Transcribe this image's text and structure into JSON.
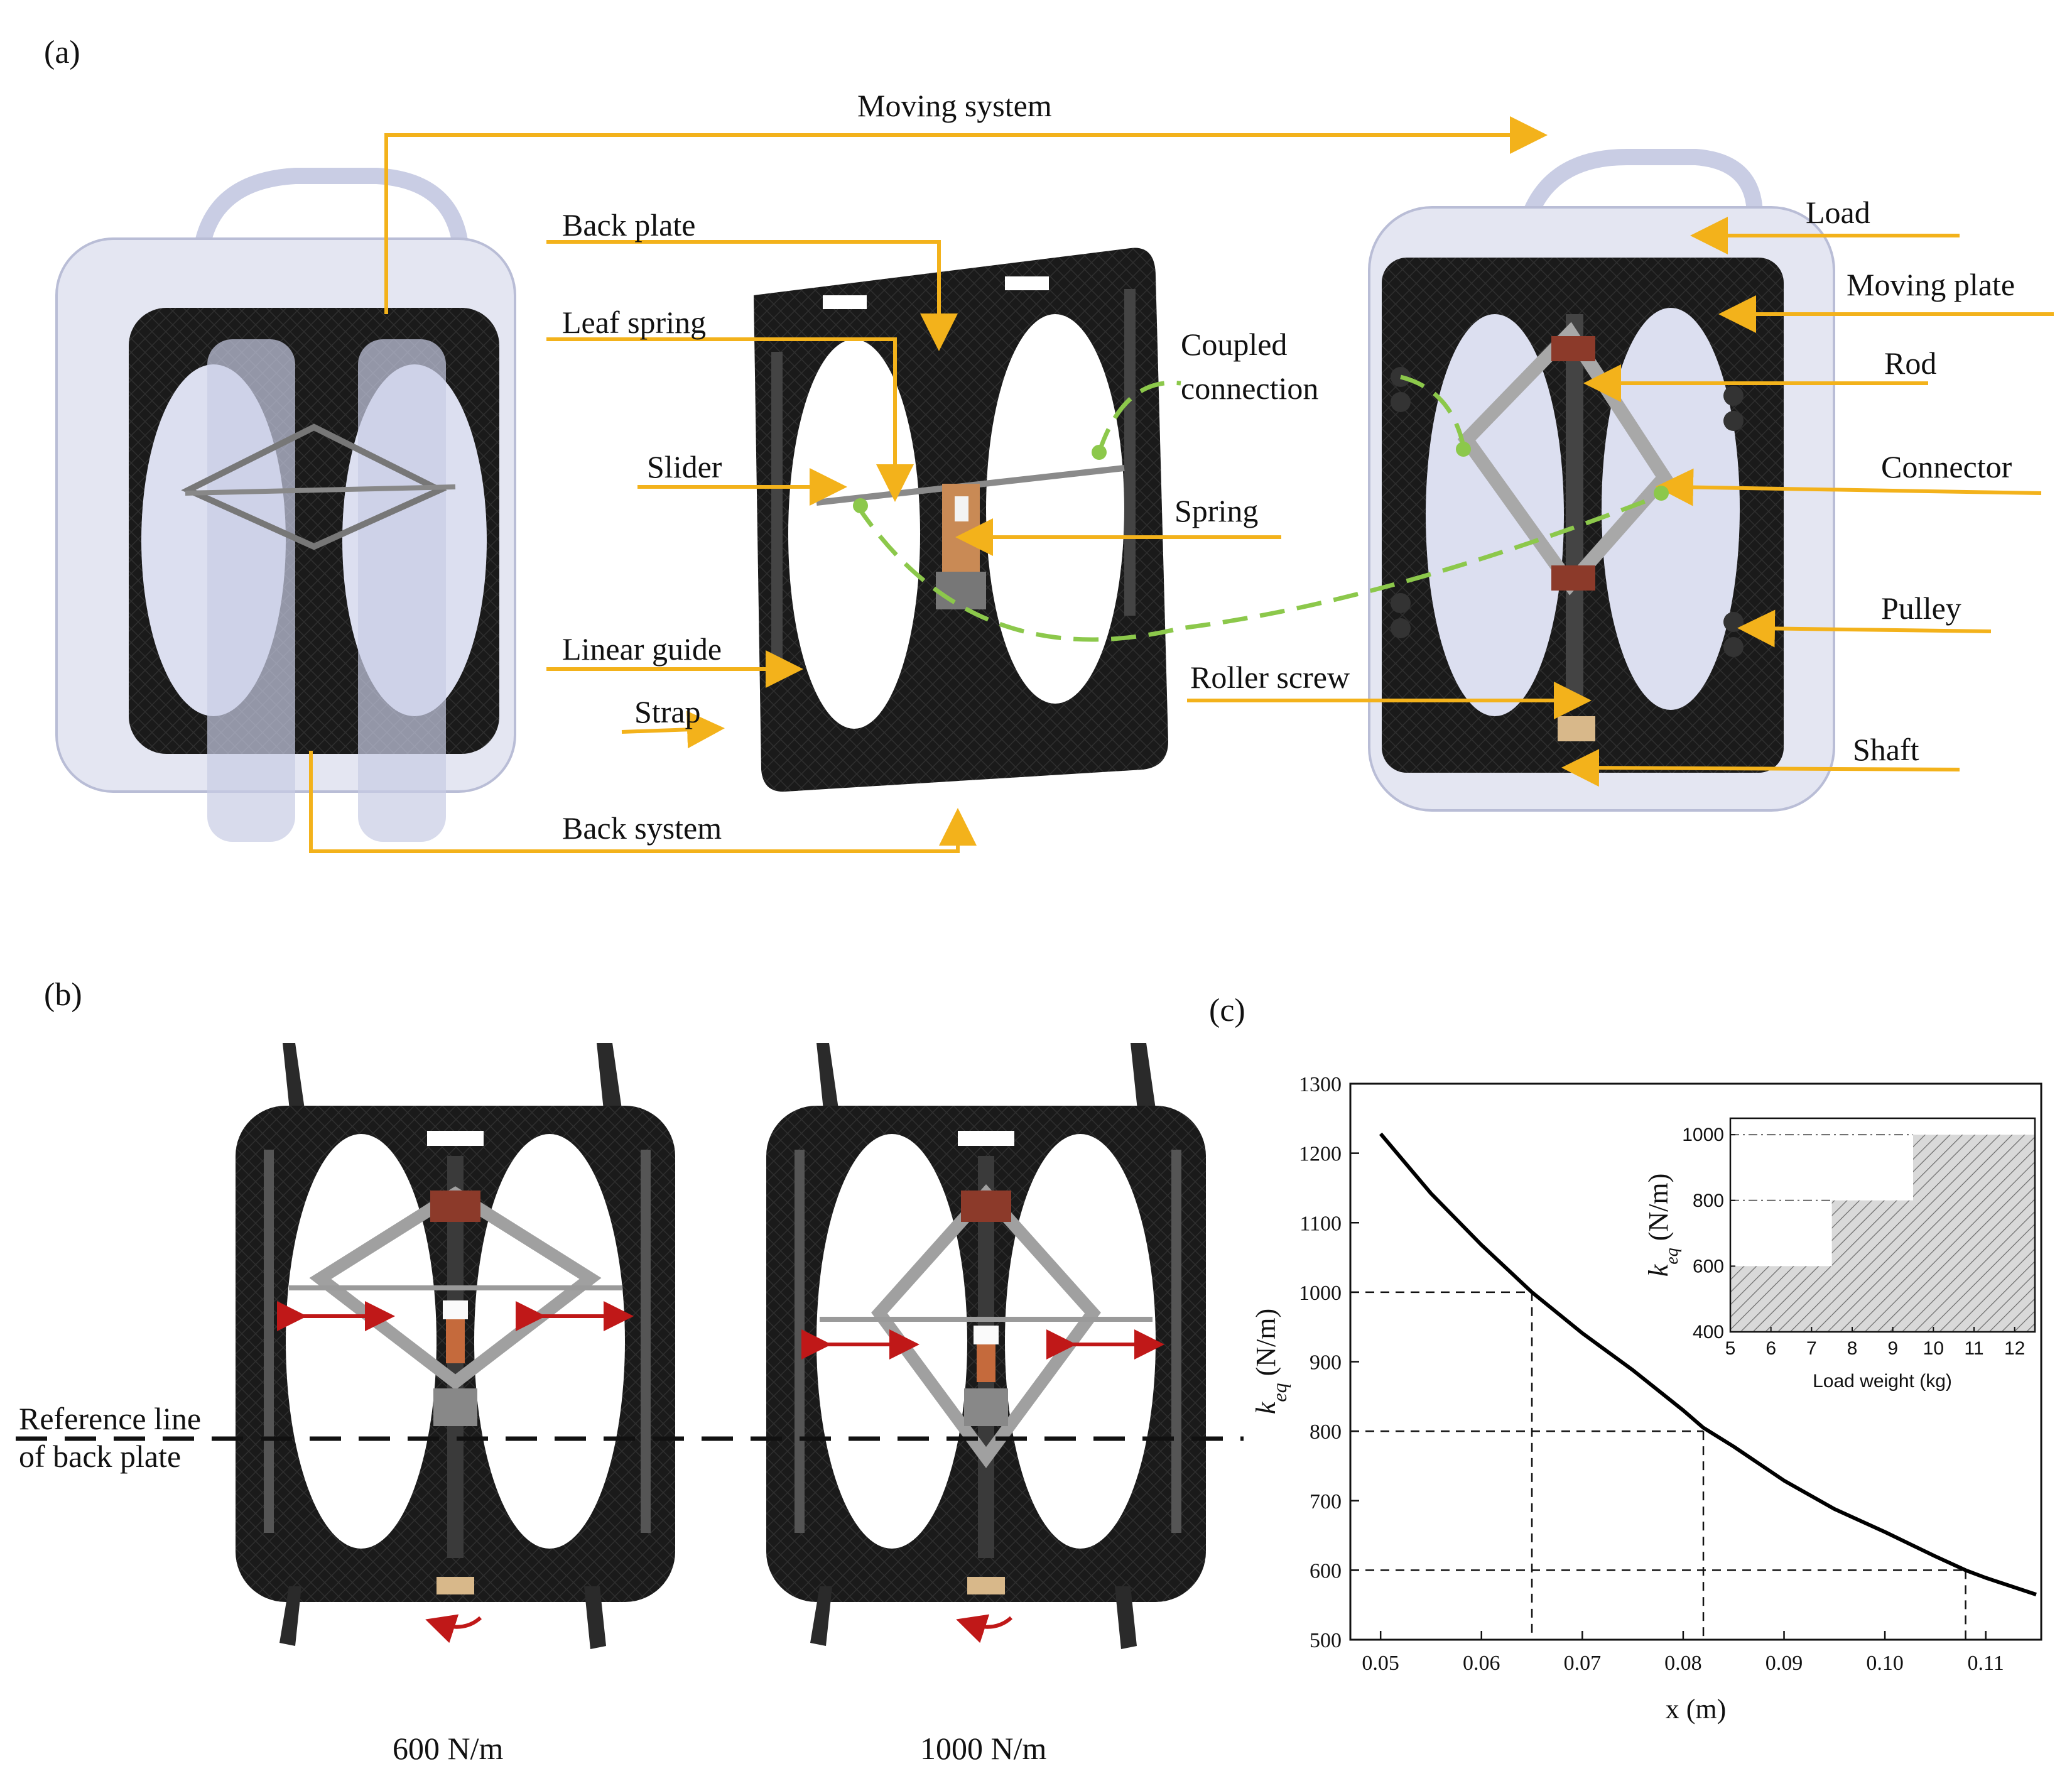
{
  "panels": {
    "a": "(a)",
    "b": "(b)",
    "c": "(c)"
  },
  "labels_a": {
    "moving_system": "Moving system",
    "back_plate": "Back plate",
    "leaf_spring": "Leaf spring",
    "slider": "Slider",
    "spring": "Spring",
    "linear_guide": "Linear guide",
    "strap": "Strap",
    "back_system": "Back system",
    "coupled_connection_1": "Coupled",
    "coupled_connection_2": "connection",
    "load": "Load",
    "moving_plate": "Moving plate",
    "rod": "Rod",
    "connector": "Connector",
    "pulley": "Pulley",
    "roller_screw": "Roller screw",
    "shaft": "Shaft"
  },
  "labels_b": {
    "reference_1": "Reference line",
    "reference_2": "of back plate",
    "config_1": "600 N/m",
    "config_2": "1000 N/m"
  },
  "colors": {
    "callout": "#f3b21b",
    "coupled": "#8cc84b",
    "arrow": "#c01818",
    "plate": "#1b1b1b"
  },
  "chart_data": [
    {
      "type": "line",
      "xlabel": "x (m)",
      "ylabel_main": "k",
      "ylabel_sub": "eq",
      "ylabel_unit": " (N/m)",
      "xlim": [
        0.047,
        0.1155
      ],
      "ylim": [
        500,
        1300
      ],
      "xticks": [
        "0.05",
        "0.06",
        "0.07",
        "0.08",
        "0.09",
        "0.10",
        "0.11"
      ],
      "xtick_values": [
        0.05,
        0.06,
        0.07,
        0.08,
        0.09,
        0.1,
        0.11
      ],
      "yticks": [
        "500",
        "600",
        "700",
        "800",
        "900",
        "1000",
        "1100",
        "1200",
        "1300"
      ],
      "ytick_values": [
        500,
        600,
        700,
        800,
        900,
        1000,
        1100,
        1200,
        1300
      ],
      "curve": {
        "x": [
          0.05,
          0.055,
          0.06,
          0.065,
          0.07,
          0.075,
          0.08,
          0.082,
          0.085,
          0.09,
          0.095,
          0.1,
          0.105,
          0.108,
          0.11,
          0.115
        ],
        "y": [
          1228,
          1142,
          1068,
          1000,
          941,
          888,
          830,
          805,
          778,
          729,
          688,
          655,
          620,
          600,
          589,
          565
        ]
      },
      "reference_points": [
        {
          "x": 0.065,
          "y": 1000
        },
        {
          "x": 0.082,
          "y": 800
        },
        {
          "x": 0.108,
          "y": 600
        }
      ]
    },
    {
      "type": "area",
      "xlabel": "Load weight (kg)",
      "ylabel_main": "k",
      "ylabel_sub": "eq",
      "ylabel_unit": " (N/m)",
      "xlim": [
        5,
        12.5
      ],
      "ylim": [
        400,
        1050
      ],
      "xticks": [
        "5",
        "6",
        "7",
        "8",
        "9",
        "10",
        "11",
        "12"
      ],
      "xtick_values": [
        5,
        6,
        7,
        8,
        9,
        10,
        11,
        12
      ],
      "yticks": [
        "400",
        "600",
        "800",
        "1000"
      ],
      "ytick_values": [
        400,
        600,
        800,
        1000
      ],
      "steps": [
        {
          "x_from": 5,
          "x_to": 7.5,
          "y": 600
        },
        {
          "x_from": 7.5,
          "x_to": 9.5,
          "y": 800
        },
        {
          "x_from": 9.5,
          "x_to": 12.5,
          "y": 1000
        }
      ]
    }
  ]
}
